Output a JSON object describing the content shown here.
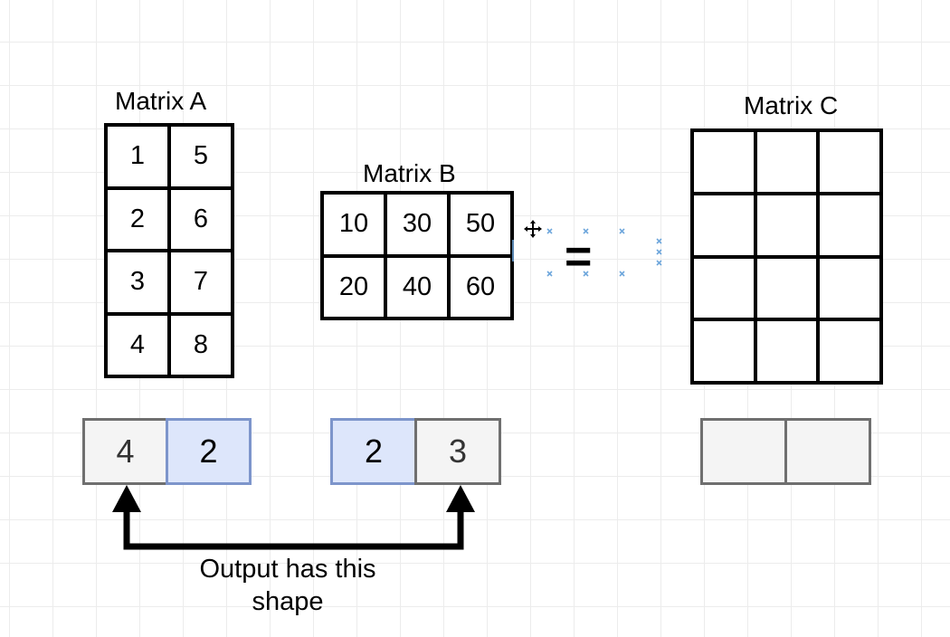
{
  "matrix_a": {
    "title": "Matrix A",
    "rows": [
      [
        "1",
        "5"
      ],
      [
        "2",
        "6"
      ],
      [
        "3",
        "7"
      ],
      [
        "4",
        "8"
      ]
    ]
  },
  "matrix_b": {
    "title": "Matrix B",
    "rows": [
      [
        "10",
        "30",
        "50"
      ],
      [
        "20",
        "40",
        "60"
      ]
    ]
  },
  "matrix_c": {
    "title": "Matrix C",
    "rows": [
      [
        "",
        "",
        ""
      ],
      [
        "",
        "",
        ""
      ],
      [
        "",
        "",
        ""
      ],
      [
        "",
        "",
        ""
      ]
    ]
  },
  "operator": "=",
  "shape_a": [
    "4",
    "2"
  ],
  "shape_b": [
    "2",
    "3"
  ],
  "shape_c": [
    "",
    ""
  ],
  "annotation": {
    "line1": "Output has this",
    "line2": "shape"
  },
  "colors": {
    "inner_dim_fill": "#dde6fb",
    "outer_dim_fill": "#f4f4f4",
    "selection_marker": "#6fa7dc"
  }
}
